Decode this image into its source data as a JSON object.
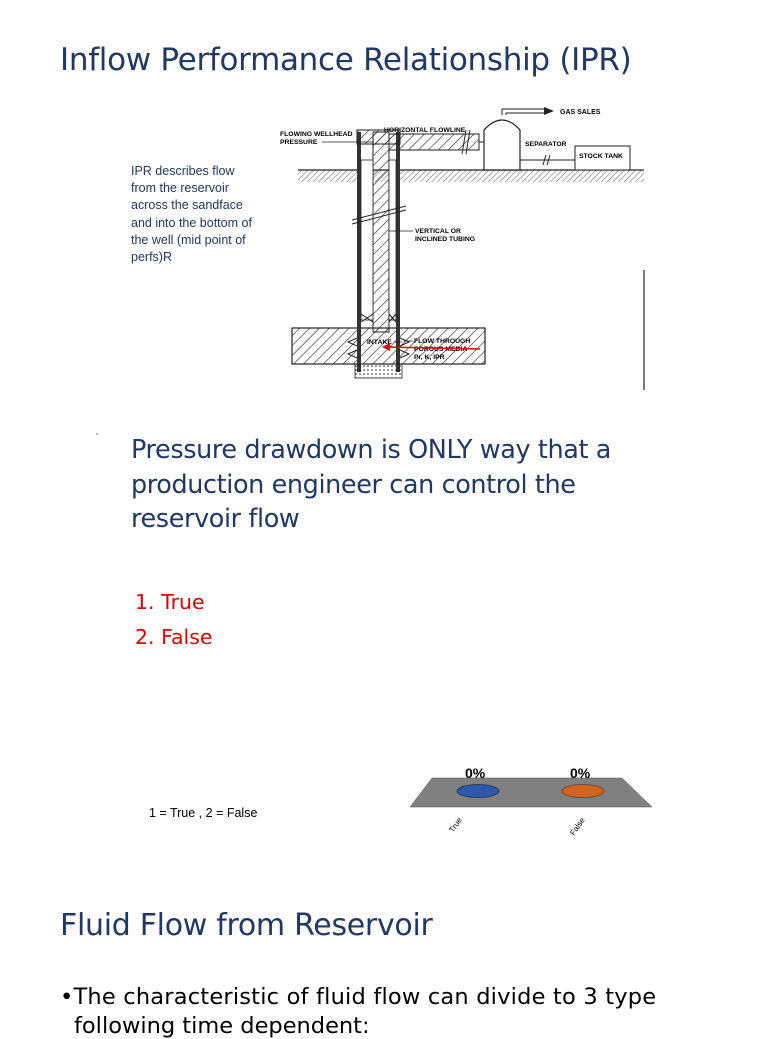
{
  "slide": {
    "title": "Inflow Performance Relationship (IPR)",
    "description": "IPR describes flow from the reservoir across the sandface and into the bottom of the well (mid point of perfs)R"
  },
  "diagram": {
    "labels": {
      "gas_sales": "GAS SALES",
      "horizontal_flowline": "HORIZONTAL FLOWLINE",
      "flowing_wellhead_pressure_1": "FLOWING WELLHEAD",
      "flowing_wellhead_pressure_2": "PRESSURE",
      "separator": "SEPARATOR",
      "stock_tank": "STOCK TANK",
      "vertical_tubing_1": "VERTICAL OR",
      "vertical_tubing_2": "INCLINED TUBING",
      "intake": "INTAKE",
      "flow_through_1": "FLOW THROUGH",
      "flow_through_2": "POROUS MEDIA",
      "flow_through_3": "Pr, K, IPR"
    }
  },
  "question": {
    "text": "Pressure drawdown is ONLY way that a production engineer can control the reservoir flow",
    "options": [
      "1.  True",
      "2.  False"
    ],
    "legend": "1 = True , 2 = False"
  },
  "poll": {
    "chart_data": {
      "type": "bar",
      "categories": [
        "True",
        "False"
      ],
      "values": [
        0,
        0
      ],
      "value_labels": [
        "0%",
        "0%"
      ],
      "colors": [
        "#2e58a8",
        "#d06420"
      ],
      "platform_color": "#808080"
    }
  },
  "section": {
    "title": "Fluid Flow from Reservoir",
    "bullet_line1": "•The  characteristic  of  fluid  flow  can  divide  to  3  type",
    "bullet_line2": "following time dependent:"
  }
}
